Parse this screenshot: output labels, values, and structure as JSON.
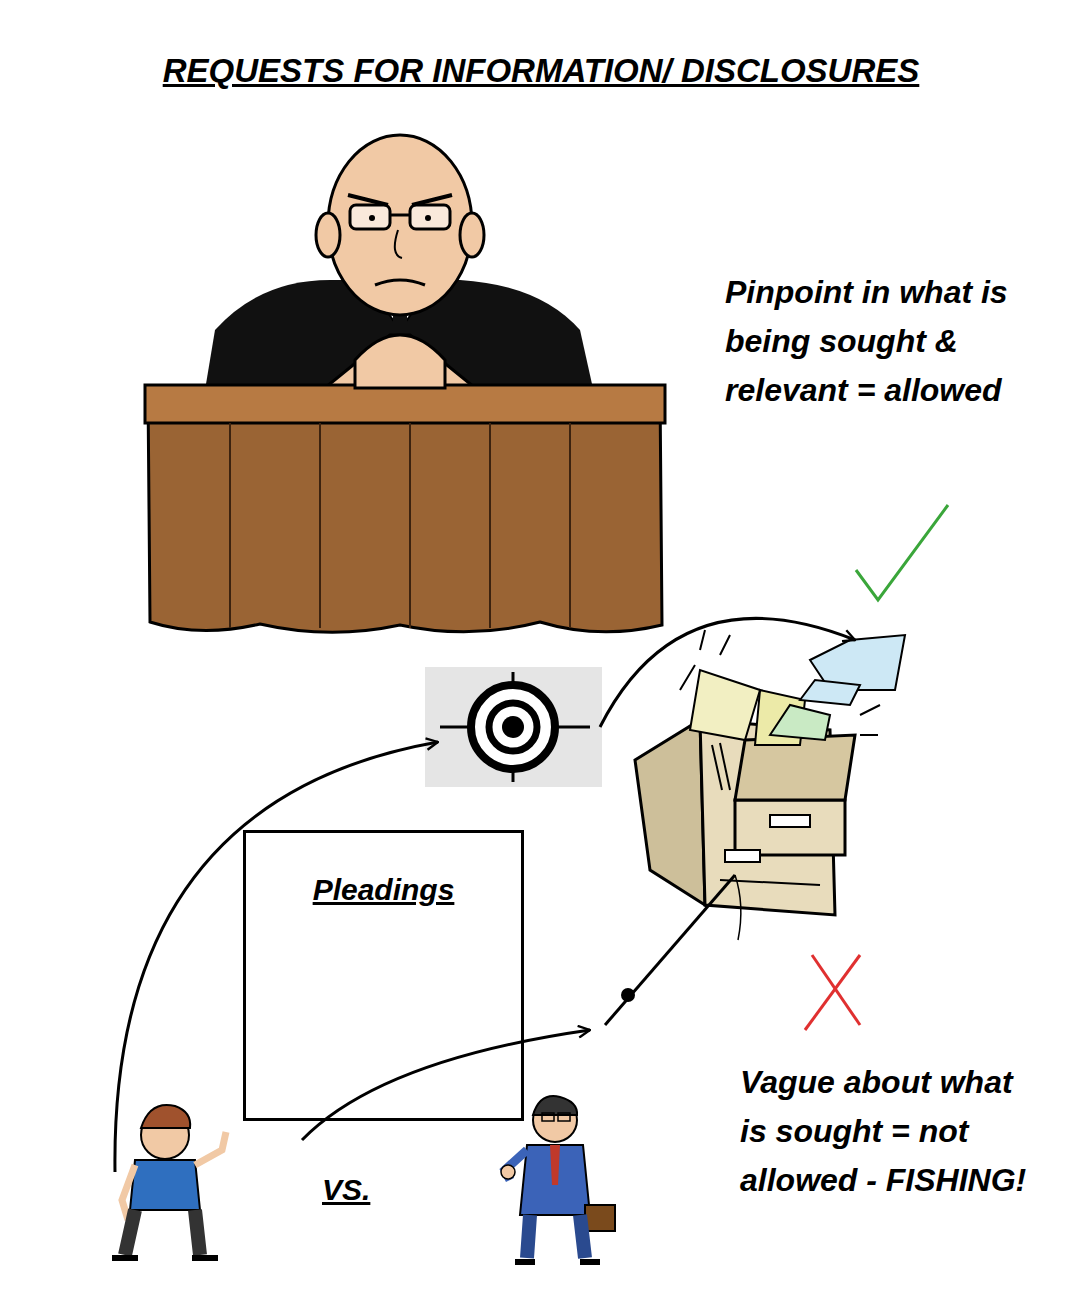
{
  "diagram": {
    "title": "REQUESTS FOR INFORMATION/ DISCLOSURES",
    "nodes": [
      {
        "text": [
          "Pleadings"
        ]
      }
    ],
    "labels": [
      "Pinpoint in what is being sought & relevant = allowed",
      "VS.",
      "Vague about what is sought = not allowed - FISHING!"
    ]
  }
}
